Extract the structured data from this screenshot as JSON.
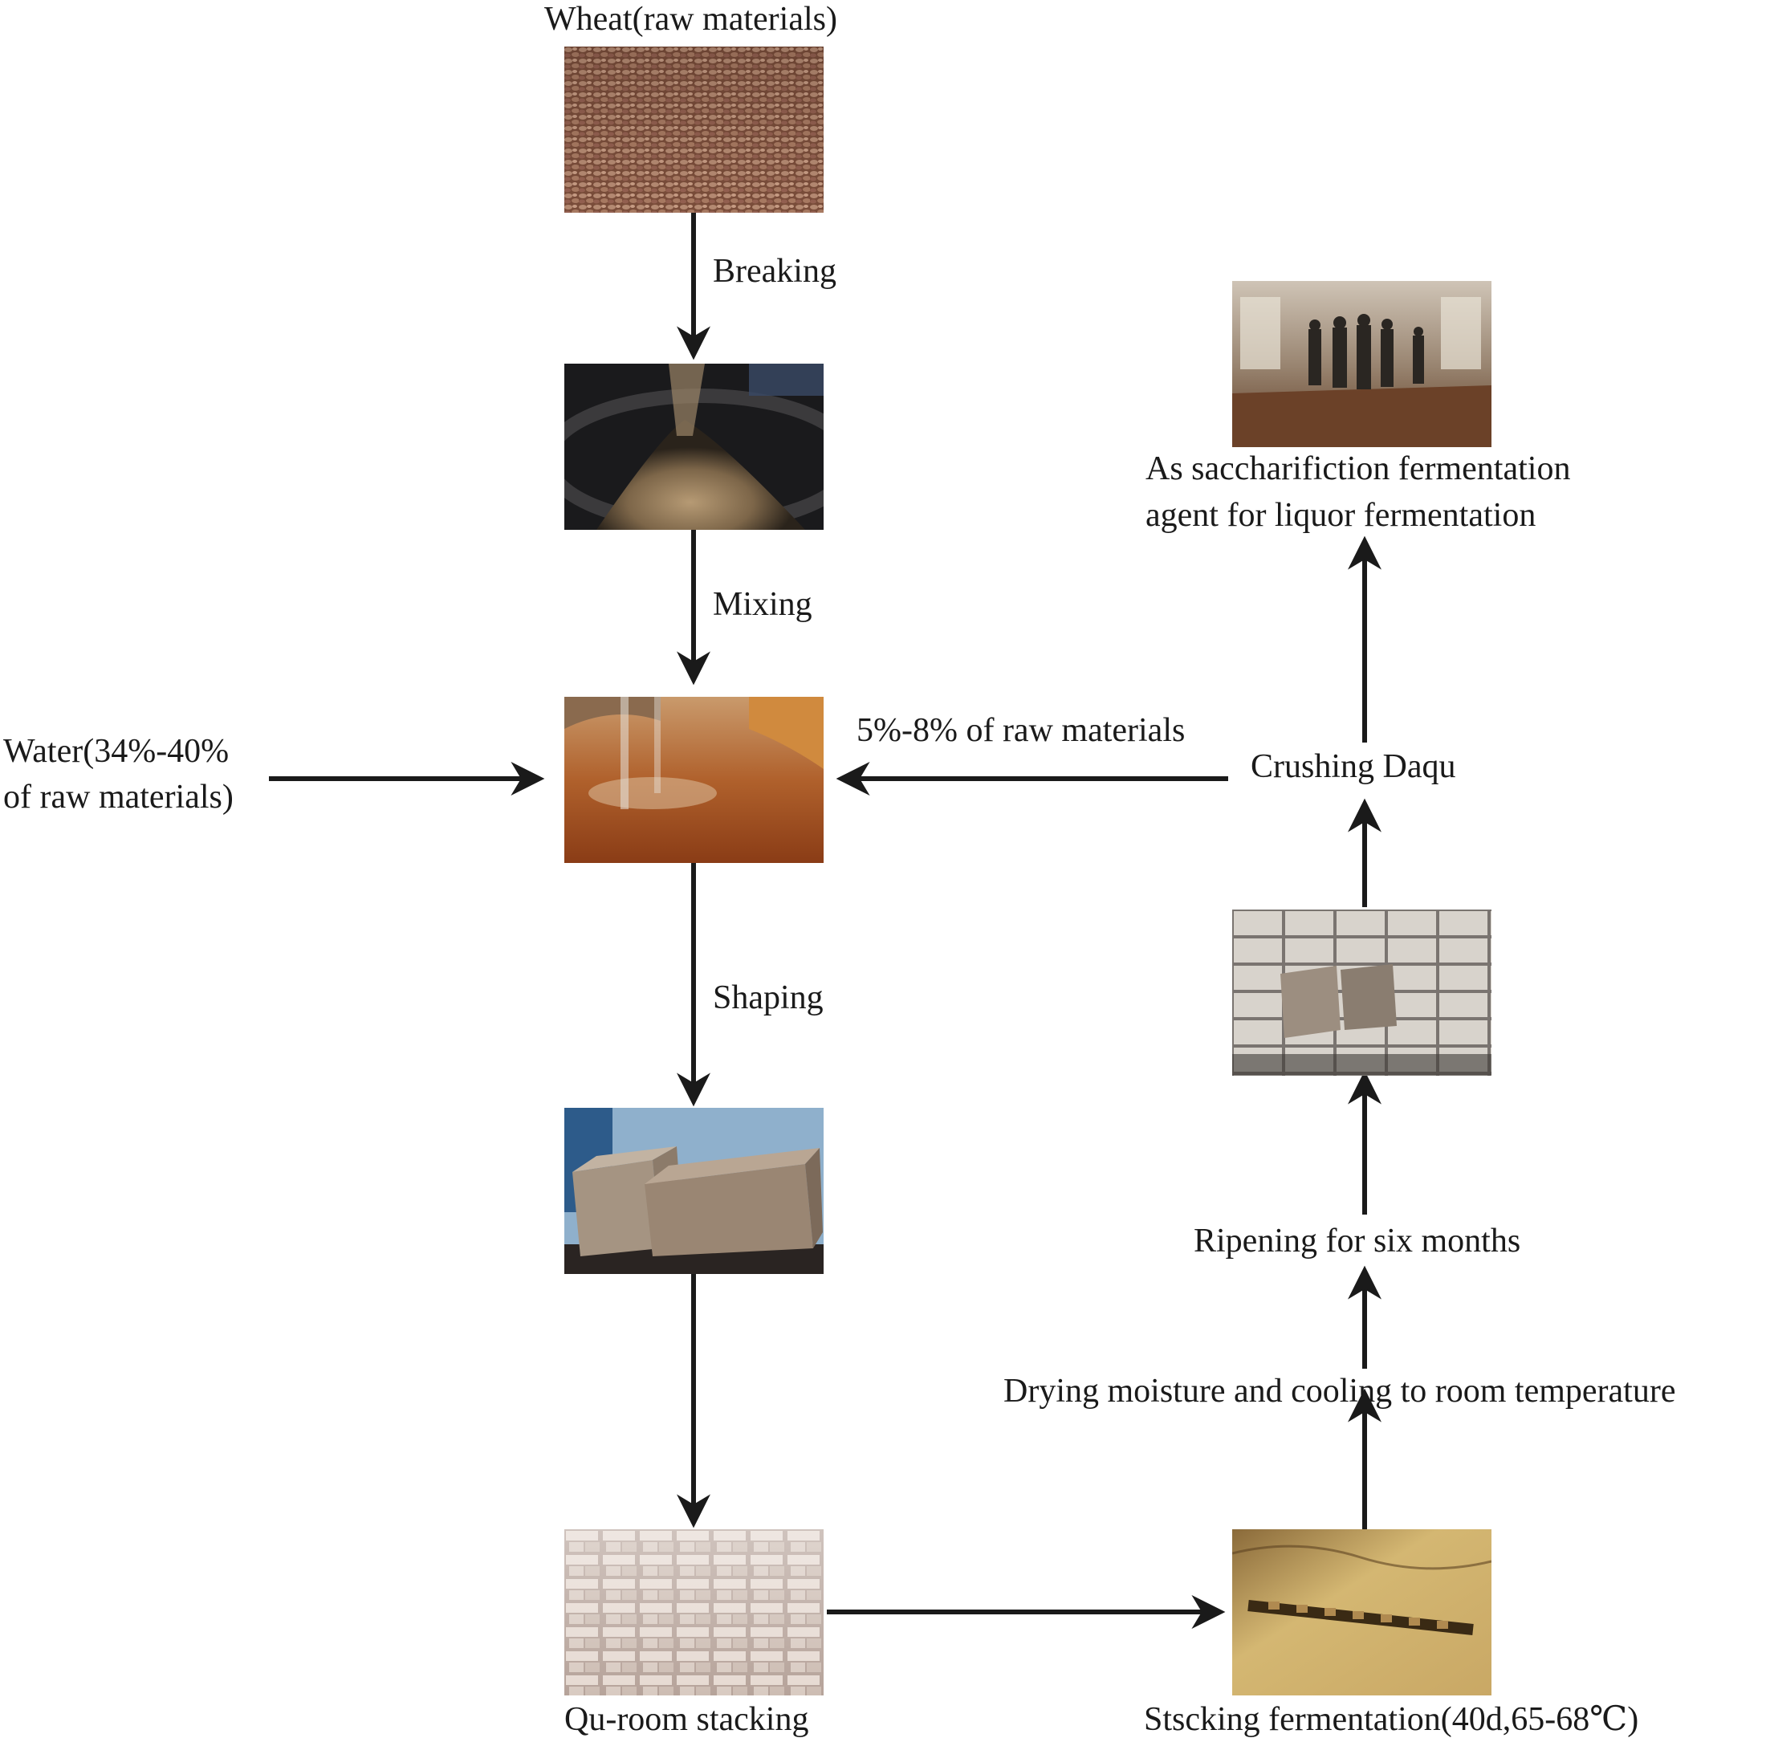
{
  "labels": {
    "wheat": "Wheat(raw materials)",
    "breaking": "Breaking",
    "mixing": "Mixing",
    "water_line1": "Water(34%-40%",
    "water_line2": "of raw materials)",
    "shaping": "Shaping",
    "qu_room": "Qu-room stacking",
    "stacking_fermentation": "Stscking fermentation(40d,65-68℃)",
    "drying": "Drying moisture and cooling to room temperature",
    "ripening": "Ripening for six months",
    "crushing": "Crushing Daqu",
    "ratio": "5%-8% of raw materials",
    "agent_line1": "As saccharifiction fermentation",
    "agent_line2": "agent for liquor fermentation"
  },
  "photos": [
    "wheat-grains",
    "ground-wheat-flour",
    "mixing-with-water",
    "shaped-qu-bricks",
    "qu-room-stacked-bricks",
    "fermentation-chamber",
    "ripened-daqu-blocks",
    "workers-in-fermentation-hall"
  ]
}
